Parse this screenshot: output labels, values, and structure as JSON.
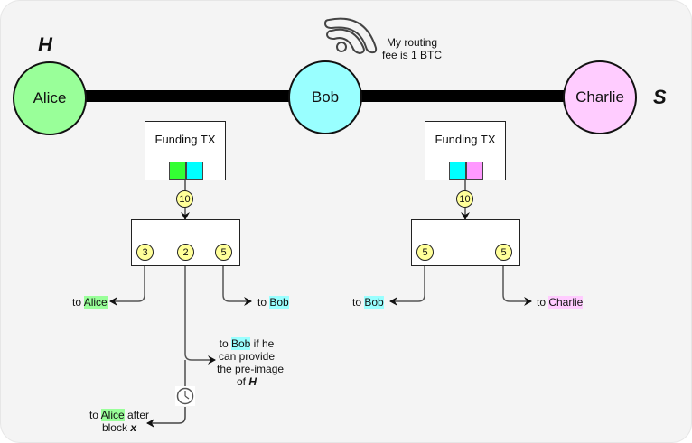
{
  "nodes": {
    "alice": {
      "label": "Alice",
      "color": "#99ff99"
    },
    "bob": {
      "label": "Bob",
      "color": "#99ffff"
    },
    "charlie": {
      "label": "Charlie",
      "color": "#ffccff"
    }
  },
  "variables": {
    "h": "H",
    "s": "S"
  },
  "bob_note": {
    "line1": "My routing",
    "line2": "fee is 1 BTC"
  },
  "channels": [
    {
      "funding_title": "Funding TX",
      "funding_colors": [
        "#33ff33",
        "#00ffff"
      ],
      "capacity": "10",
      "outputs": [
        "3",
        "2",
        "5"
      ]
    },
    {
      "funding_title": "Funding TX",
      "funding_colors": [
        "#00ffff",
        "#ff99ff"
      ],
      "capacity": "10",
      "outputs": [
        "5",
        "5"
      ]
    }
  ],
  "destinations": {
    "to_alice": {
      "prefix": "to ",
      "name": "Alice"
    },
    "to_bob_1": {
      "prefix": "to ",
      "name": "Bob"
    },
    "to_bob_2": {
      "prefix": "to ",
      "name": "Bob"
    },
    "to_charlie": {
      "prefix": "to ",
      "name": "Charlie"
    },
    "htlc_bob": {
      "prefix": "to ",
      "name": "Bob",
      "line1_suffix": " if he",
      "line2": "can provide",
      "line3": "the pre-image",
      "line4_prefix": "of ",
      "line4_var": "H"
    },
    "htlc_alice": {
      "prefix": "to ",
      "name": "Alice",
      "line1_suffix": " after",
      "line2_prefix": "block ",
      "line2_var": "x"
    }
  },
  "icons": {
    "wifi": "wifi-icon",
    "clock": "clock-icon"
  }
}
